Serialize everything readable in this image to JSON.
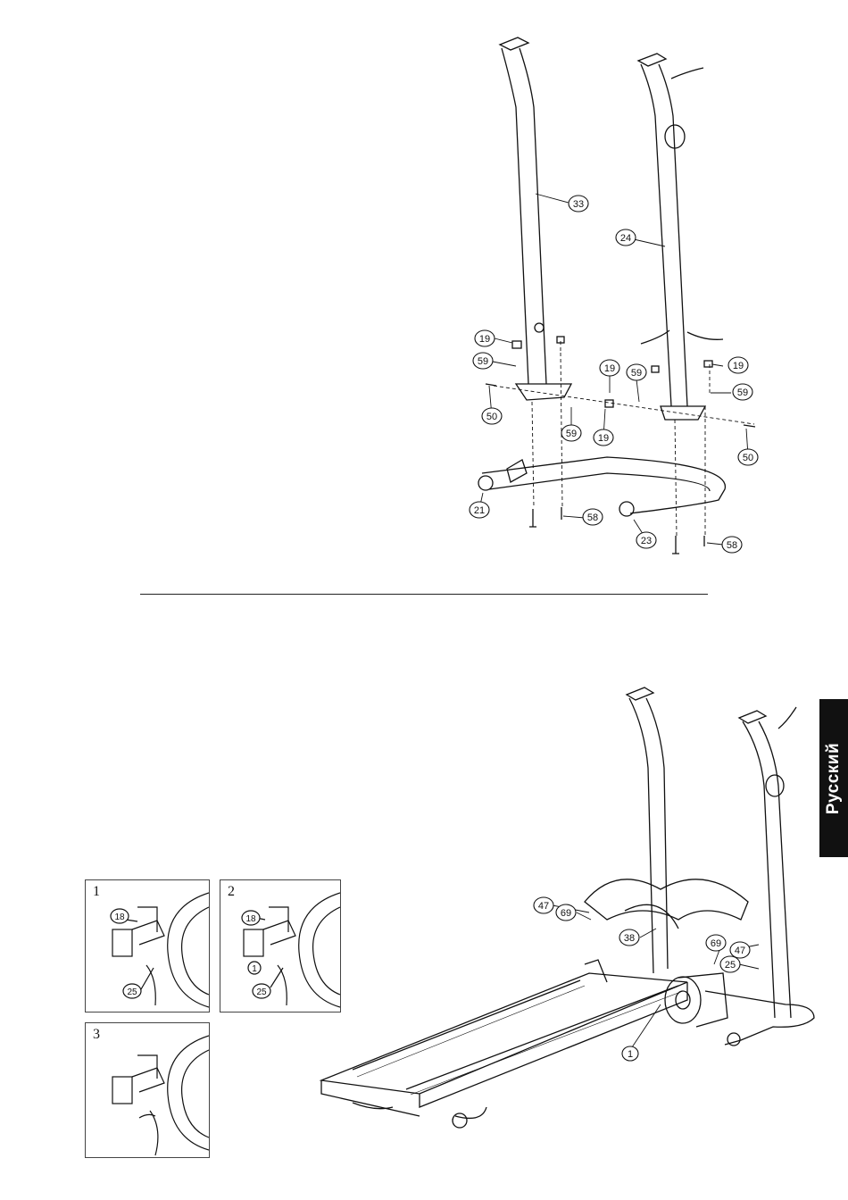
{
  "language_tab": "Русский",
  "diagram_top": {
    "callouts": {
      "c33": "33",
      "c24": "24",
      "c19a": "19",
      "c59a": "59",
      "c50a": "50",
      "c59b": "59",
      "c19b": "19",
      "c19c": "19",
      "c59c": "59",
      "c19d": "19",
      "c59d": "59",
      "c50b": "50",
      "c21": "21",
      "c58a": "58",
      "c23": "23",
      "c58b": "58"
    }
  },
  "insets": [
    {
      "number": "1",
      "callouts": [
        "18",
        "25"
      ]
    },
    {
      "number": "2",
      "callouts": [
        "18",
        "1",
        "25"
      ]
    },
    {
      "number": "3",
      "callouts": []
    }
  ],
  "diagram_bottom": {
    "callouts": {
      "c47a": "47",
      "c69a": "69",
      "c38": "38",
      "c69b": "69",
      "c47b": "47",
      "c25": "25",
      "c1": "1"
    }
  }
}
